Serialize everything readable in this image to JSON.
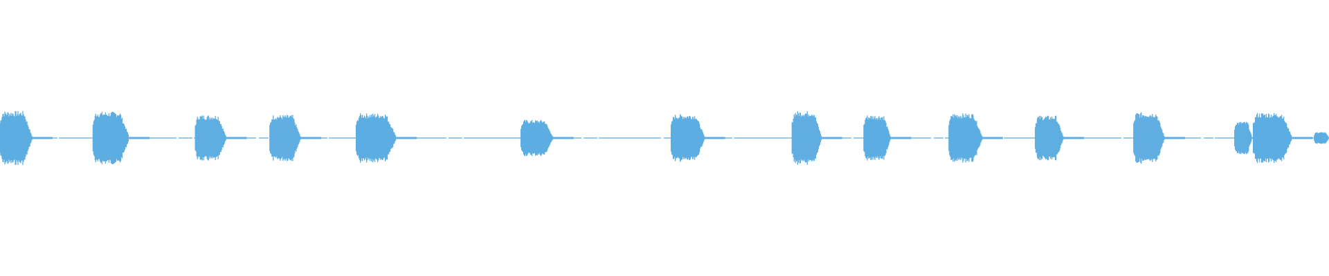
{
  "waveform": {
    "color": "#5DADE2",
    "background": "#ffffff",
    "segments": [
      {
        "start": 0.0,
        "end": 0.024,
        "amp": 0.82
      },
      {
        "start": 0.07,
        "end": 0.097,
        "amp": 0.8
      },
      {
        "start": 0.147,
        "end": 0.17,
        "amp": 0.7
      },
      {
        "start": 0.203,
        "end": 0.226,
        "amp": 0.7
      },
      {
        "start": 0.268,
        "end": 0.298,
        "amp": 0.75
      },
      {
        "start": 0.392,
        "end": 0.416,
        "amp": 0.55
      },
      {
        "start": 0.505,
        "end": 0.53,
        "amp": 0.72
      },
      {
        "start": 0.596,
        "end": 0.618,
        "amp": 0.82
      },
      {
        "start": 0.65,
        "end": 0.67,
        "amp": 0.7
      },
      {
        "start": 0.714,
        "end": 0.739,
        "amp": 0.75
      },
      {
        "start": 0.779,
        "end": 0.8,
        "amp": 0.68
      },
      {
        "start": 0.853,
        "end": 0.876,
        "amp": 0.78
      },
      {
        "start": 0.929,
        "end": 0.942,
        "amp": 0.5
      },
      {
        "start": 0.943,
        "end": 0.972,
        "amp": 0.77
      },
      {
        "start": 0.989,
        "end": 1.0,
        "amp": 0.18
      }
    ]
  }
}
